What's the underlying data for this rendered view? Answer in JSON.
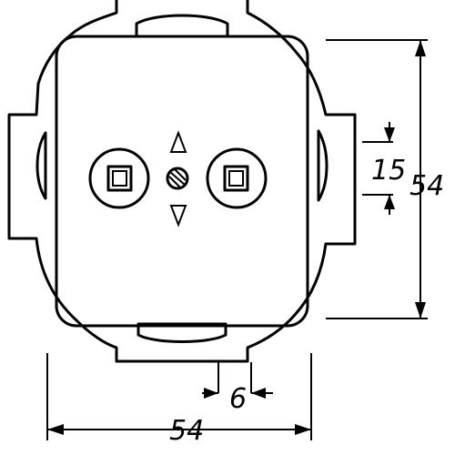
{
  "dimensions": {
    "overall_height": "54",
    "overall_width": "54",
    "terminal_spacing": "15",
    "slot_width": "6"
  },
  "colors": {
    "line": "#000000",
    "background": "#ffffff"
  }
}
